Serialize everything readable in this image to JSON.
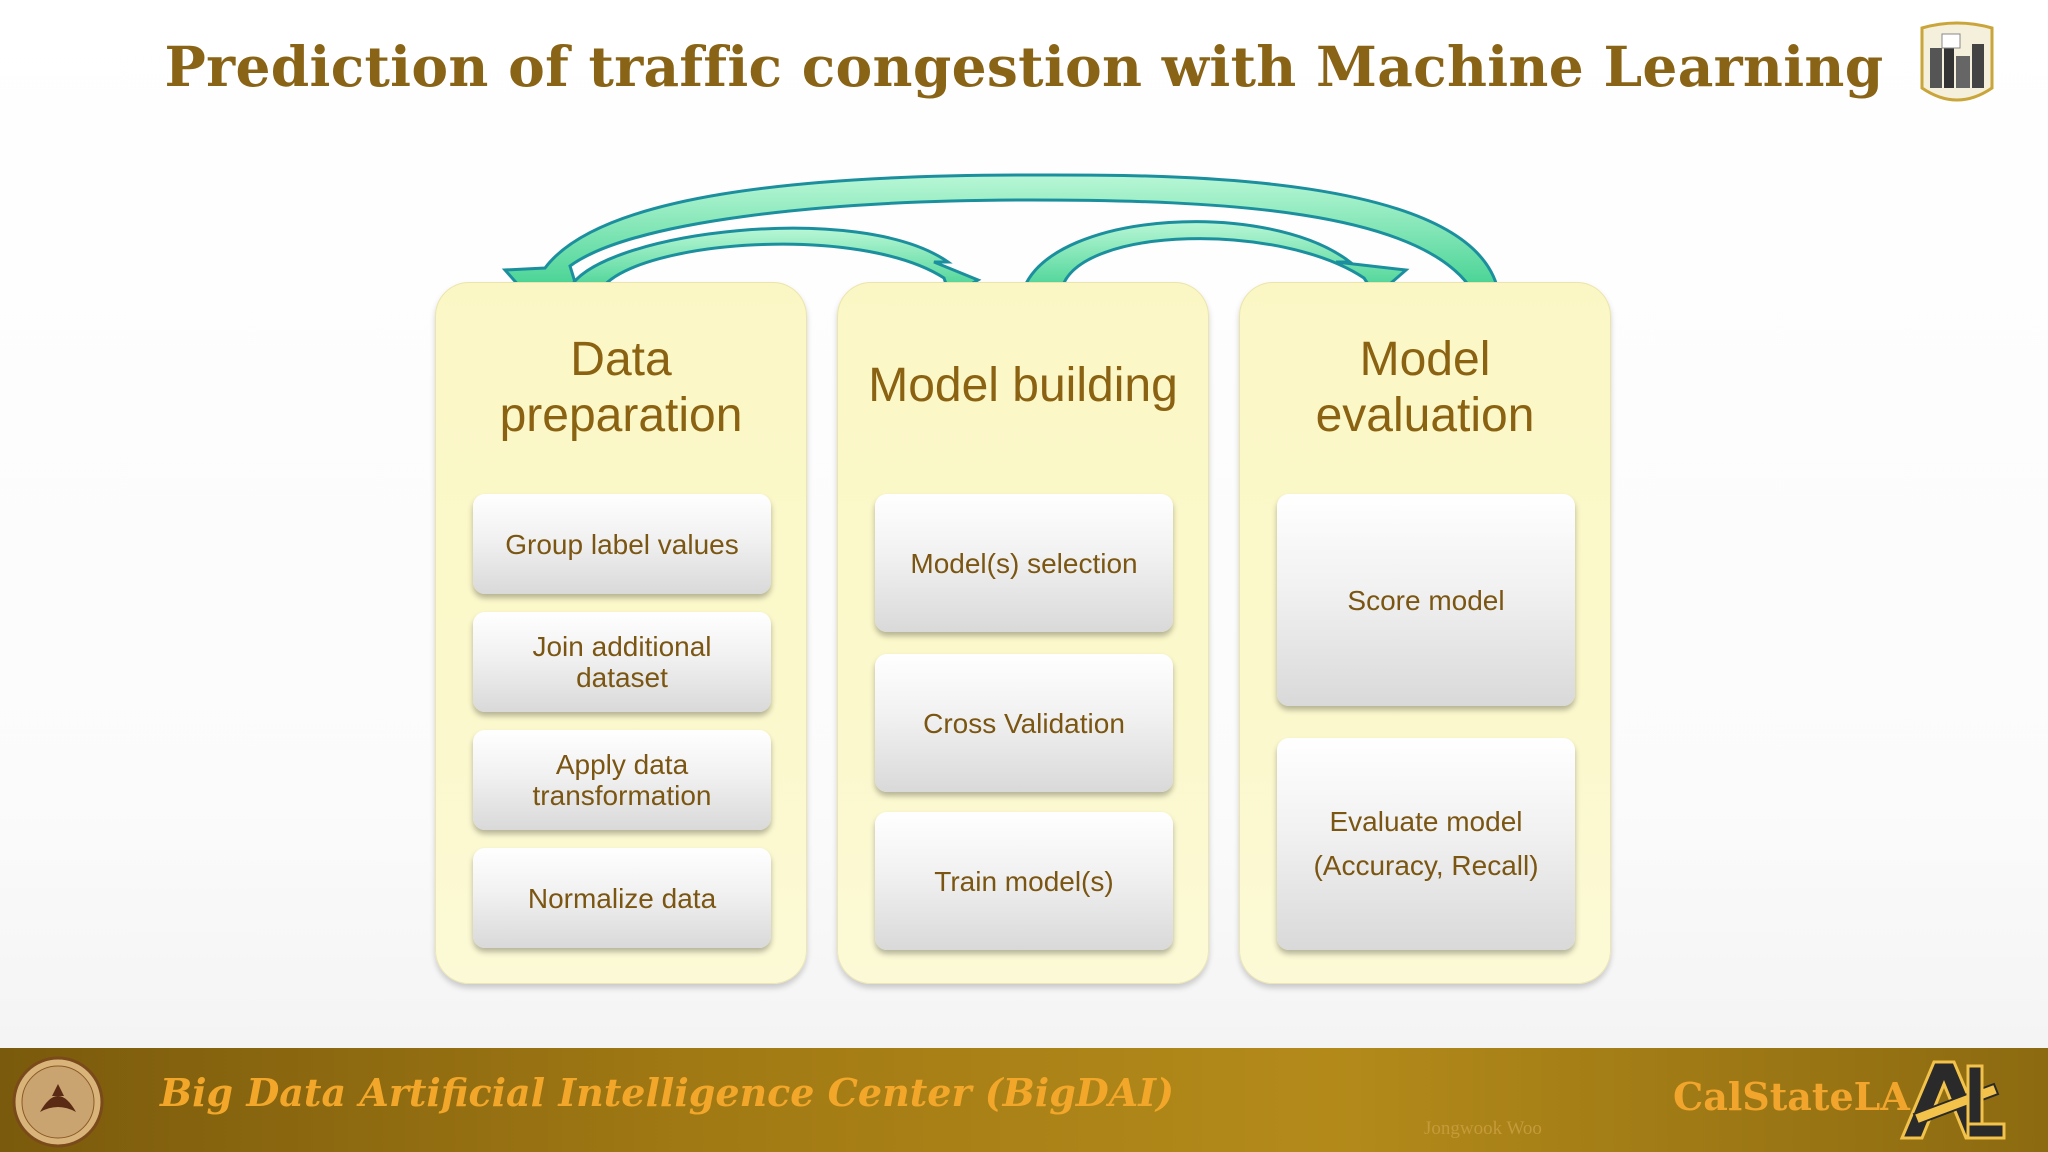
{
  "title": "Prediction of traffic congestion with Machine Learning",
  "columns": [
    {
      "title_lines": [
        "Data",
        "preparation"
      ],
      "boxes": [
        {
          "lines": [
            "Group label values"
          ]
        },
        {
          "lines": [
            "Join additional",
            "dataset"
          ]
        },
        {
          "lines": [
            "Apply data",
            "transformation"
          ]
        },
        {
          "lines": [
            "Normalize data"
          ]
        }
      ]
    },
    {
      "title_lines": [
        "Model building"
      ],
      "boxes": [
        {
          "lines": [
            "Model(s) selection"
          ]
        },
        {
          "lines": [
            "Cross Validation"
          ]
        },
        {
          "lines": [
            "Train model(s)"
          ]
        }
      ]
    },
    {
      "title_lines": [
        "Model",
        "evaluation"
      ],
      "boxes": [
        {
          "lines": [
            "Score model"
          ]
        },
        {
          "lines": [
            "Evaluate model",
            "(Accuracy, Recall)"
          ]
        }
      ]
    }
  ],
  "footer": {
    "center_name": "Big Data Artificial Intelligence Center (BigDAI)",
    "author": "Jongwook Woo",
    "brand": "CalStateLA"
  },
  "colors": {
    "title": "#8a6416",
    "column_fill": "#fbf7c5",
    "arrow_fill": "#5fe0a0",
    "arrow_stroke": "#1c8f9e",
    "footer_text": "#f3a72a"
  }
}
